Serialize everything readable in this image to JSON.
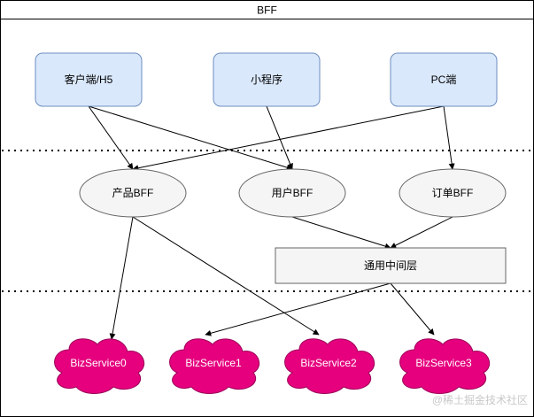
{
  "frame": {
    "title": "BFF"
  },
  "clients": [
    {
      "id": "c1",
      "label": "客户端/H5"
    },
    {
      "id": "c2",
      "label": "小程序"
    },
    {
      "id": "c3",
      "label": "PC端"
    }
  ],
  "bffs": [
    {
      "id": "b1",
      "label": "产品BFF"
    },
    {
      "id": "b2",
      "label": "用户BFF"
    },
    {
      "id": "b3",
      "label": "订单BFF"
    }
  ],
  "middle_layer": {
    "label": "通用中间层"
  },
  "services": [
    {
      "id": "s0",
      "label": "BizService0"
    },
    {
      "id": "s1",
      "label": "BizService1"
    },
    {
      "id": "s2",
      "label": "BizService2"
    },
    {
      "id": "s3",
      "label": "BizService3"
    }
  ],
  "edges": [
    {
      "from": "c1",
      "to": "b1"
    },
    {
      "from": "c1",
      "to": "b2"
    },
    {
      "from": "c2",
      "to": "b2"
    },
    {
      "from": "c3",
      "to": "b1"
    },
    {
      "from": "c3",
      "to": "b3"
    },
    {
      "from": "b2",
      "to": "mid"
    },
    {
      "from": "b3",
      "to": "mid"
    },
    {
      "from": "b1",
      "to": "s0"
    },
    {
      "from": "b1",
      "to": "s2"
    },
    {
      "from": "mid",
      "to": "s1"
    },
    {
      "from": "mid",
      "to": "s3"
    }
  ],
  "watermark": "@稀土掘金技术社区",
  "colors": {
    "client_fill": "#dae8fc",
    "client_stroke": "#6c8ebf",
    "bff_fill": "#f5f5f5",
    "cloud_fill": "#e6007e"
  }
}
